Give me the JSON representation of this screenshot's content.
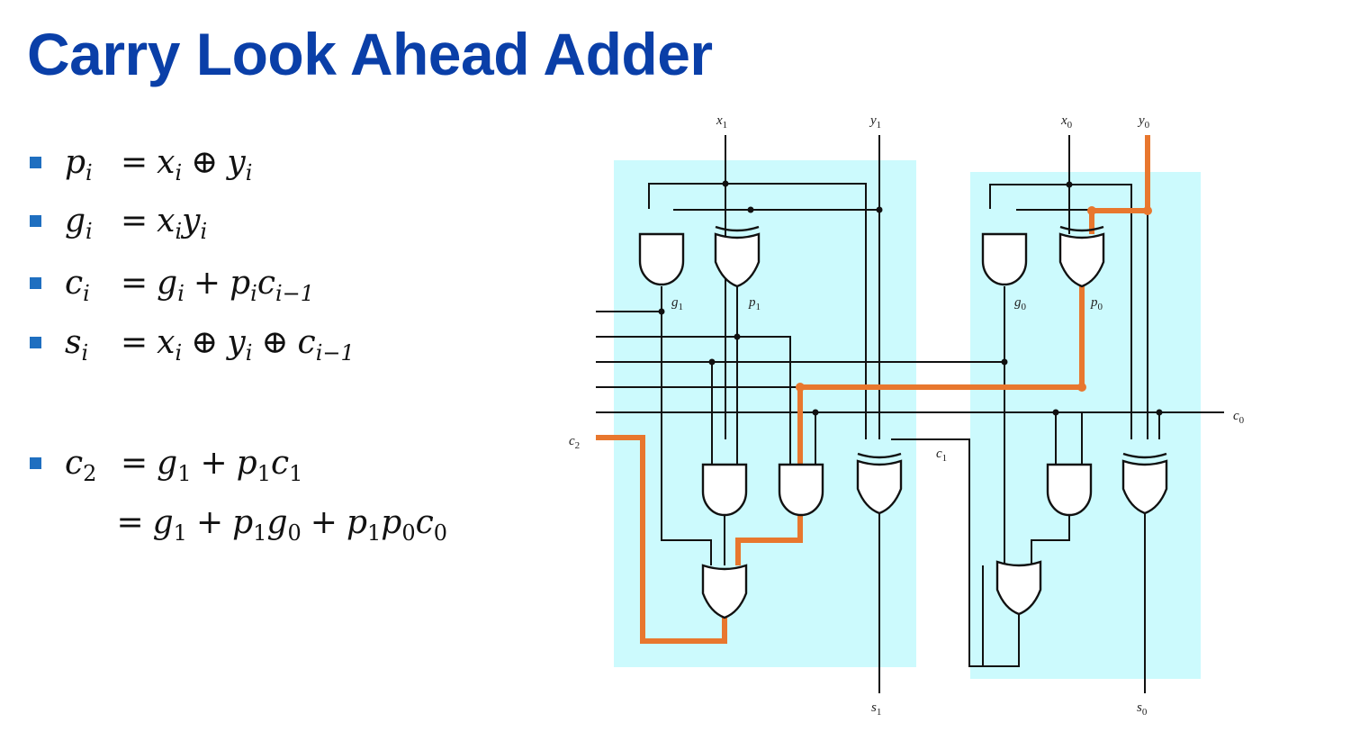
{
  "slide": {
    "title": "Carry Look Ahead Adder"
  },
  "equations": {
    "p": {
      "lhs": "p",
      "lhs_sub": "i",
      "rhs": [
        {
          "v": "x",
          "s": "i"
        },
        {
          "op": "⊕"
        },
        {
          "v": "y",
          "s": "i"
        }
      ]
    },
    "g": {
      "lhs": "g",
      "lhs_sub": "i",
      "rhs": [
        {
          "v": "x",
          "s": "i"
        },
        {
          "v": "y",
          "s": "i"
        }
      ]
    },
    "c": {
      "lhs": "c",
      "lhs_sub": "i",
      "rhs": [
        {
          "v": "g",
          "s": "i"
        },
        {
          "op": "+"
        },
        {
          "v": "p",
          "s": "i"
        },
        {
          "v": "c",
          "s": "i−1"
        }
      ]
    },
    "s": {
      "lhs": "s",
      "lhs_sub": "i",
      "rhs": [
        {
          "v": "x",
          "s": "i"
        },
        {
          "op": "⊕"
        },
        {
          "v": "y",
          "s": "i"
        },
        {
          "op": "⊕"
        },
        {
          "v": "c",
          "s": "i−1"
        }
      ]
    },
    "c2_line1": {
      "lhs": "c",
      "lhs_sub": "2",
      "rhs": [
        {
          "v": "g",
          "s": "1"
        },
        {
          "op": "+"
        },
        {
          "v": "p",
          "s": "1"
        },
        {
          "v": "c",
          "s": "1"
        }
      ]
    },
    "c2_line2": {
      "rhs": [
        {
          "v": "g",
          "s": "1"
        },
        {
          "op": "+"
        },
        {
          "v": "p",
          "s": "1"
        },
        {
          "v": "g",
          "s": "0"
        },
        {
          "op": "+"
        },
        {
          "v": "p",
          "s": "1"
        },
        {
          "v": "p",
          "s": "0"
        },
        {
          "v": "c",
          "s": "0"
        }
      ]
    }
  },
  "circuit": {
    "labels": {
      "x1": {
        "v": "x",
        "s": "1"
      },
      "y1": {
        "v": "y",
        "s": "1"
      },
      "x0": {
        "v": "x",
        "s": "0"
      },
      "y0": {
        "v": "y",
        "s": "0"
      },
      "g1": {
        "v": "g",
        "s": "1"
      },
      "p1": {
        "v": "p",
        "s": "1"
      },
      "g0": {
        "v": "g",
        "s": "0"
      },
      "p0": {
        "v": "p",
        "s": "0"
      },
      "c0": {
        "v": "c",
        "s": "0"
      },
      "c1": {
        "v": "c",
        "s": "1"
      },
      "c2": {
        "v": "c",
        "s": "2"
      },
      "s1": {
        "v": "s",
        "s": "1"
      },
      "s0": {
        "v": "s",
        "s": "0"
      }
    },
    "colors": {
      "block_fill": "#ccfafd",
      "highlight": "#e8772e",
      "wire": "#111111"
    }
  }
}
